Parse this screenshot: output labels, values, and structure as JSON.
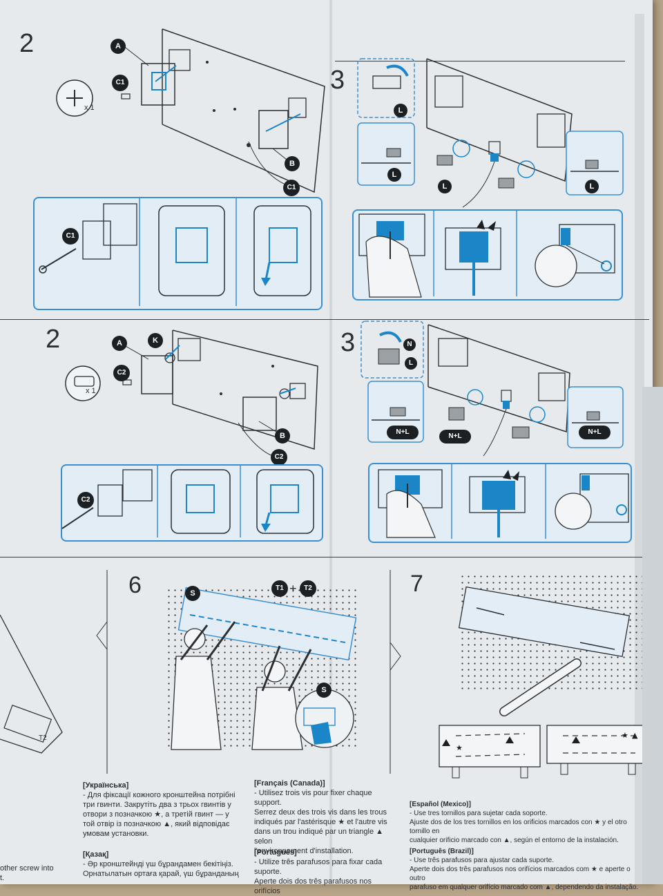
{
  "steps": [
    {
      "num": "2"
    },
    {
      "num": "3"
    },
    {
      "num": "2"
    },
    {
      "num": "3"
    },
    {
      "num": "6"
    },
    {
      "num": "7"
    }
  ],
  "callouts": {
    "a": "A",
    "c1": "C1",
    "b": "B",
    "l": "L",
    "k": "K",
    "c2": "C2",
    "n_l": "N+L",
    "s": "S",
    "t1": "T1",
    "t2": "T2",
    "plus": "+",
    "x1": "x 1"
  },
  "colors": {
    "accent": "#1a86c8",
    "paper": "#e6eaed",
    "ink": "#2b2f33"
  },
  "text_blocks": [
    {
      "head": "[Українська]",
      "body": "- Для фіксації кожного кронштейна потрібні\n  три гвинти. Закрутіть два з трьох гвинтів у\n  отвори з позначкою ★, а третій гвинт — у\n  той отвір із позначкою ▲, який відповідає\n  умовам установки."
    },
    {
      "head": "[Қазақ]",
      "body": "- Әр кронштейнді үш бұрандамен бекітіңіз.\n  Орнатылатын ортаға қарай, үш бұранданың"
    },
    {
      "head": "[Français (Canada)]",
      "body": "- Utilisez trois vis pour fixer chaque support.\n  Serrez deux des trois vis dans les trous\n  indiqués par l'astérisque ★ et l'autre vis\n  dans un trou indiqué par un triangle ▲ selon\n  l'environnement d'installation."
    },
    {
      "head": "[Português]",
      "body": "- Utilize três parafusos para fixar cada suporte.\n  Aperte dois dos três parafusos nos orifícios"
    },
    {
      "head": "[Español (Mexico)]",
      "body": "- Use tres tornillos para sujetar cada soporte.\n  Ajuste dos de los tres tornillos en los orificios marcados con ★ y el otro tornillo en\n  cualquier orificio marcado con ▲, según el entorno de la instalación."
    },
    {
      "head": "[Português (Brazil)]",
      "body": "- Use três parafusos para ajustar cada suporte.\n  Aperte dois dos três parafusos nos orifícios marcados com ★ e aperte o outro\n  parafuso em qualquer orifício marcado com ▲, dependendo da instalação."
    }
  ],
  "left_fragment": {
    "line1": "other screw into",
    "line2": "t."
  }
}
